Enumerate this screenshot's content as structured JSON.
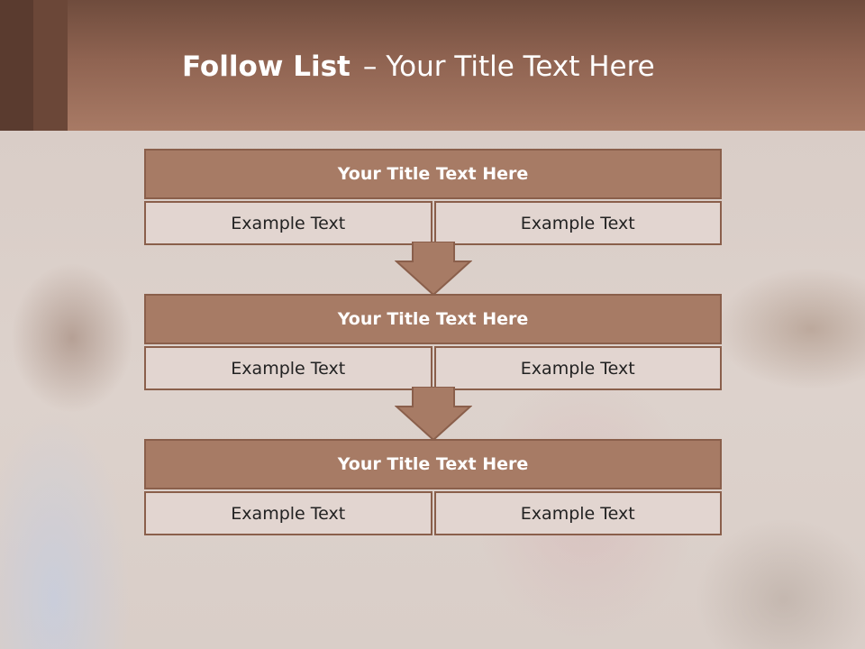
{
  "header": {
    "title_bold": "Follow List",
    "title_dash": "–",
    "title_rest": "Your Title Text Here"
  },
  "blocks": [
    {
      "title": "Your Title Text Here",
      "left": "Example Text",
      "right": "Example Text"
    },
    {
      "title": "Your Title Text Here",
      "left": "Example Text",
      "right": "Example Text"
    },
    {
      "title": "Your Title Text Here",
      "left": "Example Text",
      "right": "Example Text"
    }
  ],
  "colors": {
    "header": "#8f6351",
    "block_fill": "#a77b65",
    "block_border": "#8a5f4b",
    "cell_fill": "#e2d5d0"
  }
}
